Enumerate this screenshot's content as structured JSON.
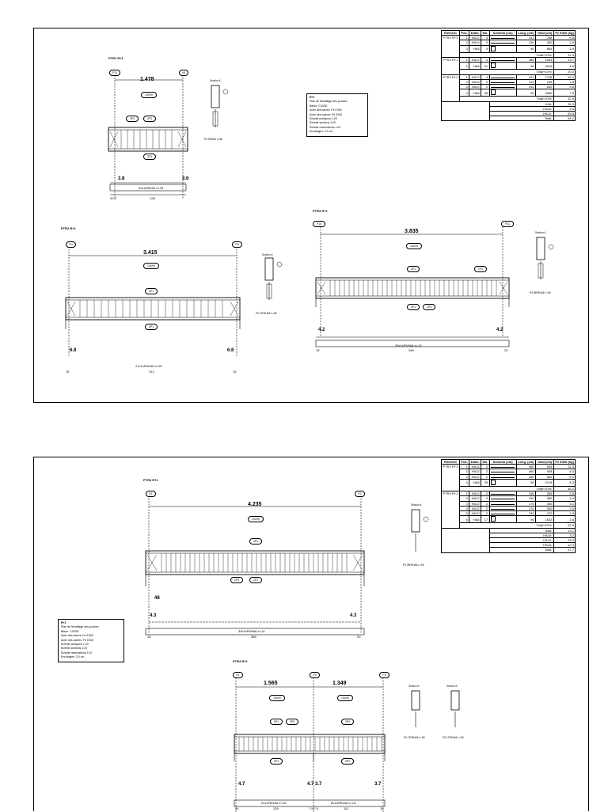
{
  "title_block_notes": {
    "r_plus_1": [
      "R+1",
      "Plan de ferraillage des poutres",
      "Béton: C20/30",
      "Acier des barres: Fe E400",
      "Acier des cadres: Fe E400",
      "Échelle portiques 1:20",
      "Échelle sections 1:20",
      "Échelle réservations 1:20",
      "Enrobages: 3.0 cm"
    ]
  },
  "sheet1": {
    "bom": {
      "headers": [
        "Élément",
        "Pos.",
        "Diam.",
        "Nb.",
        "Schéma (cm)",
        "Long. (cm)",
        "Total (cm)",
        "Fe E400 (kg)"
      ],
      "groups": [
        {
          "element": "PTR1 R+1",
          "rows": [
            [
              "1",
              "HA12",
              "4",
              "",
              "153",
              "768",
              "6.8"
            ],
            [
              "2",
              "HA10",
              "2",
              "",
              "130",
              "260",
              "1.6"
            ],
            [
              "3",
              "HA6",
              "9",
              "",
              "96",
              "864",
              "1.9"
            ]
          ],
          "total": [
            "Total+10%:",
            "11.3"
          ]
        },
        {
          "element": "PTR3 R+1",
          "rows": [
            [
              "1",
              "HA12",
              "4",
              "",
              "386",
              "1544",
              "13.7"
            ],
            [
              "2",
              "HA6",
              "21",
              "",
              "96",
              "2016",
              "4.5"
            ]
          ],
          "total": [
            "Total+10%:",
            "20.0"
          ]
        },
        {
          "element": "PTR2 R+1",
          "rows": [
            [
              "1",
              "HA12",
              "4",
              "",
              "427",
              "1708",
              "15.2"
            ],
            [
              "2",
              "HA10",
              "2",
              "",
              "123",
              "246",
              "1.5"
            ],
            [
              "3",
              "HA12",
              "2",
              "",
              "315",
              "630",
              "5.6"
            ],
            [
              "4",
              "HA6",
              "35",
              "",
              "96",
              "3360",
              "7.5"
            ]
          ],
          "total": [
            "Total+10%:",
            "32.8"
          ]
        }
      ],
      "summary": [
        [
          "HA6:",
          "15.3"
        ],
        [
          "HA10:",
          "3.3"
        ],
        [
          "HA12:",
          "45.5"
        ],
        [
          "Total:",
          "64.1"
        ]
      ]
    },
    "beams": {
      "ptr1": {
        "title": "PTR1 R+1",
        "left_axis": "P11",
        "right_axis": "N1",
        "span": "1.478",
        "top_bar": "1Sx90",
        "mid_left": "2P3",
        "mid_right": "2P1",
        "bottom_bar": "2P1",
        "left_edge": "3.8",
        "right_edge": "3.6",
        "stirrups": "9x1xP6HA6 e=15",
        "dim_left": "20.3",
        "dim_mid": "128",
        "section": "Section A",
        "section_note": "P6 P6HA6 L=96"
      },
      "ptr2": {
        "title": "PTR2 R+1",
        "left_axis": "P4",
        "right_axis": "P5",
        "span": "3.415",
        "top_bar": "1Sx90",
        "mid_bar": "2P1",
        "bottom_bar": "2P1",
        "left_edge": "6.8",
        "right_edge": "6.8",
        "stirrups": "21x1xP6HA6 e=15",
        "dim_left": "15",
        "dim_mid": "312",
        "dim_right": "15",
        "section": "Section A",
        "section_note": "P4 21P6HA6 L=96"
      },
      "ptr3": {
        "title": "PTR3 R+1",
        "left_axis": "P10",
        "right_axis": "P11",
        "span": "3.835",
        "top_bar": "1Sx90",
        "mid_left": "2P1",
        "mid_right": "2P2",
        "bottom_left": "2P1",
        "bottom_right": "2P3",
        "left_edge": "4.2",
        "right_edge": "4.2",
        "stirrups": "35x1xP6HA6 e=10",
        "dim_left": "15",
        "dim_mid": "346",
        "dim_right": "20",
        "section": "Section A",
        "section_note": "P4 35P6HA6 L=96"
      }
    }
  },
  "sheet2": {
    "bom": {
      "headers": [
        "Élément",
        "Pos.",
        "Diam.",
        "Nb.",
        "Schéma (cm)",
        "Long. (cm)",
        "Total (cm)",
        "Fe E400 (kg)"
      ],
      "groups": [
        {
          "element": "PTR3 R+1",
          "rows": [
            [
              "1",
              "HA14",
              "2",
              "",
              "480",
              "926",
              "11.3"
            ],
            [
              "2",
              "HA12",
              "2",
              "",
              "460",
              "928",
              "8.3"
            ],
            [
              "3",
              "HA12",
              "2",
              "",
              "280",
              "560",
              "5.0"
            ],
            [
              "4",
              "HA6",
              "39",
              "",
              "96",
              "3744",
              "8.3"
            ]
          ],
          "total": [
            "Total+10%:",
            "36.2"
          ]
        },
        {
          "element": "PTR4 R+1",
          "rows": [
            [
              "1",
              "HA12",
              "2",
              "",
              "195",
              "389",
              "3.5"
            ],
            [
              "2",
              "HA12",
              "2",
              "",
              "190",
              "380",
              "3.4"
            ],
            [
              "3",
              "HA12",
              "2",
              "",
              "175",
              "350",
              "3.1"
            ],
            [
              "4",
              "HA12",
              "2",
              "",
              "170",
              "340",
              "3.0"
            ],
            [
              "5",
              "HA10",
              "2",
              "",
              "235",
              "470",
              "2.9"
            ],
            [
              "6",
              "HA6",
              "17",
              "",
              "96",
              "1632",
              "3.6"
            ]
          ],
          "total": [
            "Total+10%:",
            "21.5"
          ]
        }
      ],
      "summary": [
        [
          "HA6:",
          "13.1"
        ],
        [
          "HA10:",
          "3.2"
        ],
        [
          "HA12:",
          "29.0"
        ],
        [
          "HA14:",
          "12.4"
        ],
        [
          "Total:",
          "57.7"
        ]
      ]
    },
    "beams": {
      "ptr3": {
        "title": "PTR3 R+1",
        "left_axis": "P1",
        "right_axis": "P2",
        "span": "4.235",
        "top_bar": "1Sx90",
        "mid_bar": "2P1",
        "bottom_left": "2P3",
        "bottom_right": "2P2",
        "anchor": "48",
        "left_edge": "4.3",
        "right_edge": "4.3",
        "stirrups": "39x1xP6HA6 e=10",
        "dim_left": "15",
        "dim_mid": "389",
        "dim_right": "20",
        "section": "Section A",
        "section_note": "P4 39P6HA6 L=96"
      },
      "ptr4": {
        "title": "PTR4 R+1",
        "axis_a": "P1",
        "axis_b": "P2",
        "axis_c": "P3",
        "span1": "1.565",
        "span2": "1.349",
        "top1": "1Sx90",
        "top2": "1Sx90",
        "mid1a": "2P1",
        "mid1b": "2P3",
        "mid2": "2P2",
        "bot1": "2P1",
        "bot2": "2P2",
        "e1": "4.7",
        "e2": "4.7",
        "e3": "3.7",
        "e4": "3.7",
        "stirrups1": "9x1xP6HA6 e=15",
        "stirrups2": "8x1xP6HA6 e=15",
        "d1": "20",
        "d2": "129",
        "d3": "7.5 7.5",
        "d4": "112",
        "d5": "15",
        "section_a": "Section A",
        "section_b": "Section B",
        "note_a": "P6 17P6HA6 L=96",
        "note_b": "P6 17P6HA6 L=96"
      }
    }
  }
}
